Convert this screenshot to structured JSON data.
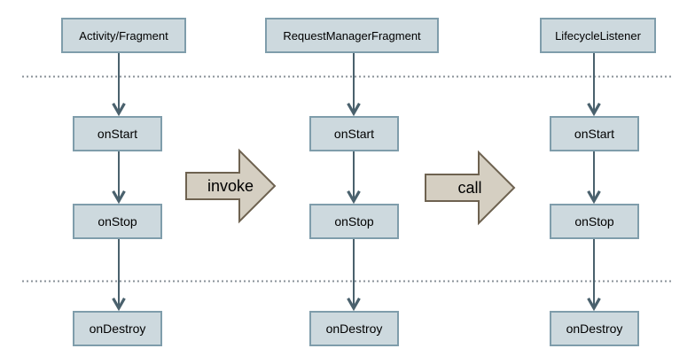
{
  "diagram": {
    "columns": [
      {
        "id": "activity-fragment",
        "header": "Activity/Fragment",
        "states": [
          "onStart",
          "onStop",
          "onDestroy"
        ]
      },
      {
        "id": "request-manager-fragment",
        "header": "RequestManagerFragment",
        "states": [
          "onStart",
          "onStop",
          "onDestroy"
        ]
      },
      {
        "id": "lifecycle-listener",
        "header": "LifecycleListener",
        "states": [
          "onStart",
          "onStop",
          "onDestroy"
        ]
      }
    ],
    "flow_arrows": [
      {
        "label": "invoke"
      },
      {
        "label": "call"
      }
    ],
    "colors": {
      "node_fill": "#cdd9de",
      "node_border": "#7f9dab",
      "connector": "#4a616d",
      "flow_arrow_fill": "#d5cfc2",
      "flow_arrow_border": "#6e6250",
      "separator_dots": "#8a9298",
      "background": "#ffffff",
      "text": "#000000"
    }
  }
}
